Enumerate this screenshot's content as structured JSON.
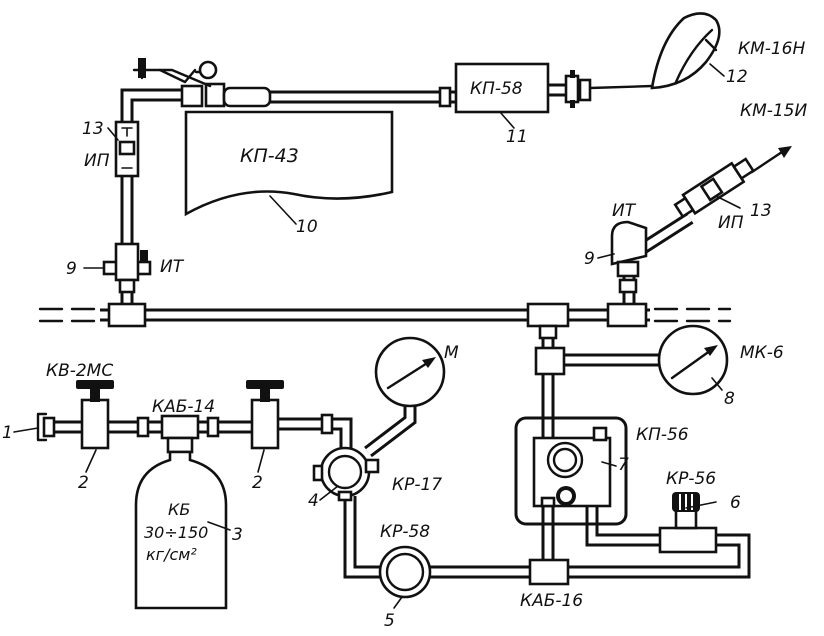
{
  "labels": {
    "kv2ms": "КВ-2МС",
    "kab14": "КАБ-14",
    "kb": "КБ",
    "kb_pressure": "30÷150",
    "kb_unit": "кг/см²",
    "m": "М",
    "kr17": "КР-17",
    "kr58": "КР-58",
    "kab16": "КАБ-16",
    "kp56": "КП-56",
    "kr56": "КР-56",
    "mk6": "МК-6",
    "kp43": "КП-43",
    "kp58": "КП-58",
    "km16n": "КМ-16Н",
    "km15i": "КМ-15И",
    "it_left": "ИТ",
    "it_right": "ИТ",
    "ip_left": "ИП",
    "ip_right": "ИП"
  },
  "numbers": {
    "n1": "1",
    "n2a": "2",
    "n2b": "2",
    "n3": "3",
    "n4": "4",
    "n5": "5",
    "n6": "6",
    "n7": "7",
    "n8": "8",
    "n9a": "9",
    "n9b": "9",
    "n10": "10",
    "n11": "11",
    "n12": "12",
    "n13a": "13",
    "n13b": "13"
  }
}
